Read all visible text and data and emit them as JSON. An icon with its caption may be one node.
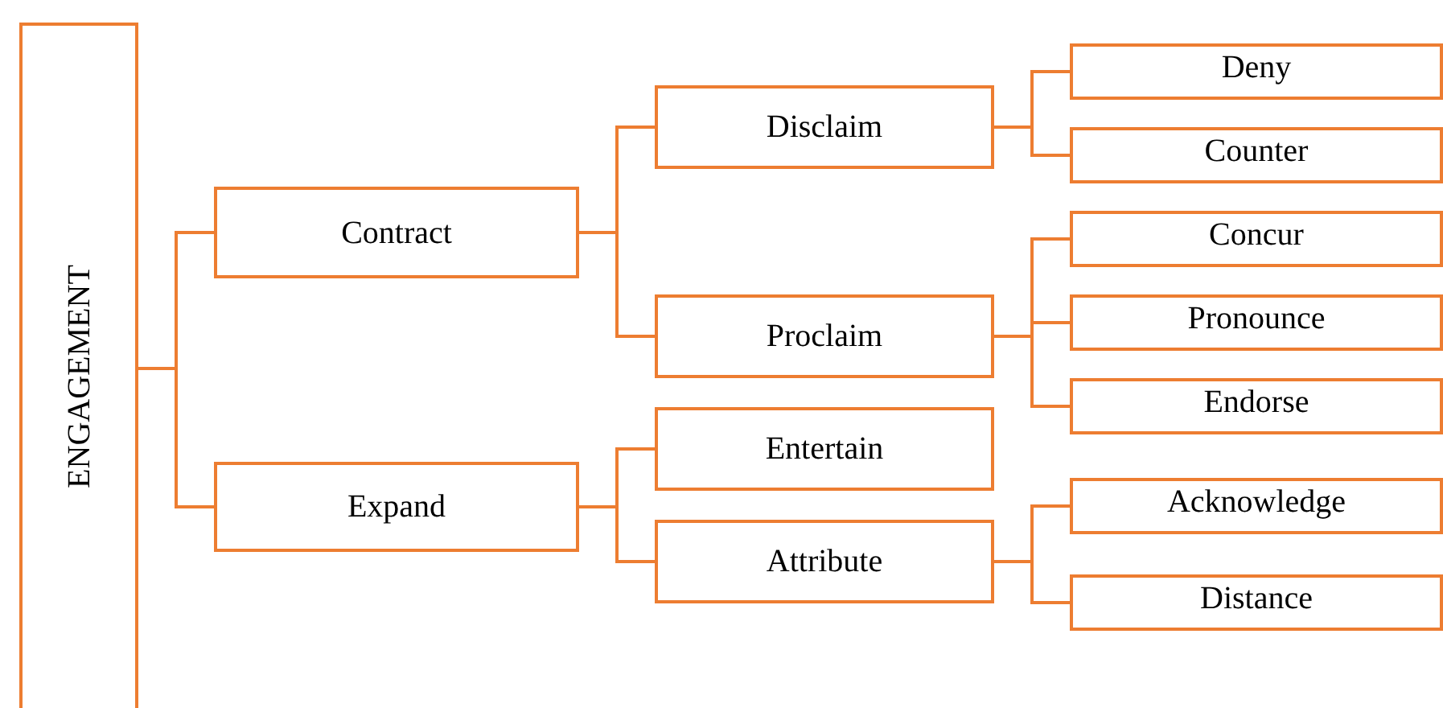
{
  "diagram": {
    "nodes": [
      {
        "text": [
          "ENGAGEMENT"
        ]
      },
      {
        "text": [
          "Contract"
        ]
      },
      {
        "text": [
          "Expand"
        ]
      },
      {
        "text": [
          "Disclaim"
        ]
      },
      {
        "text": [
          "Proclaim"
        ]
      },
      {
        "text": [
          "Entertain"
        ]
      },
      {
        "text": [
          "Attribute"
        ]
      },
      {
        "text": [
          "Deny"
        ]
      },
      {
        "text": [
          "Counter"
        ]
      },
      {
        "text": [
          "Concur"
        ]
      },
      {
        "text": [
          "Pronounce"
        ]
      },
      {
        "text": [
          "Endorse"
        ]
      },
      {
        "text": [
          "Acknowledge"
        ]
      },
      {
        "text": [
          "Distance"
        ]
      }
    ],
    "edges": [
      {
        "from": 0,
        "to": 1,
        "arrow": "none"
      },
      {
        "from": 0,
        "to": 2,
        "arrow": "none"
      },
      {
        "from": 1,
        "to": 3,
        "arrow": "none"
      },
      {
        "from": 1,
        "to": 4,
        "arrow": "none"
      },
      {
        "from": 2,
        "to": 5,
        "arrow": "none"
      },
      {
        "from": 2,
        "to": 6,
        "arrow": "none"
      },
      {
        "from": 3,
        "to": 7,
        "arrow": "none"
      },
      {
        "from": 3,
        "to": 8,
        "arrow": "none"
      },
      {
        "from": 4,
        "to": 9,
        "arrow": "none"
      },
      {
        "from": 4,
        "to": 10,
        "arrow": "none"
      },
      {
        "from": 4,
        "to": 11,
        "arrow": "none"
      },
      {
        "from": 6,
        "to": 12,
        "arrow": "none"
      },
      {
        "from": 6,
        "to": 13,
        "arrow": "none"
      }
    ]
  }
}
